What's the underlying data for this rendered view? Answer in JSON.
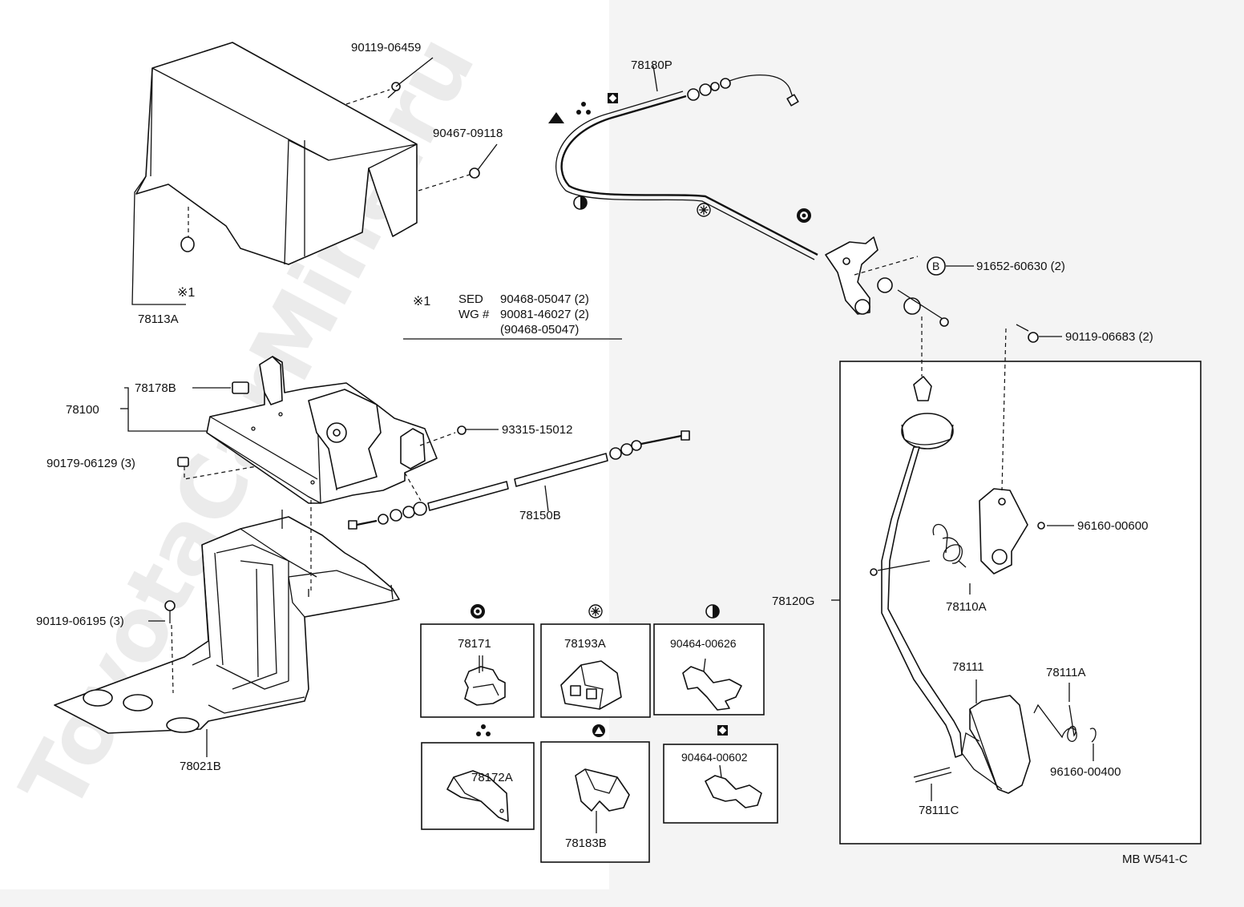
{
  "watermark": "ToyotaCarMine.ru",
  "diagram_code": "MB W541-C",
  "note": {
    "mark": "※1",
    "line1_model": "SED",
    "line1_part": "90468-05047 (2)",
    "line2_model": "WG #",
    "line2_part": "90081-46027 (2)",
    "line3_part": "(90468-05047)"
  },
  "labels": {
    "p90119_06459": "90119-06459",
    "p90467_09118": "90467-09118",
    "p78180P": "78180P",
    "p91652_60630": "91652-60630 (2)",
    "mark_b": "B",
    "p78113A": "78113A",
    "mark_star1": "※1",
    "p78178B": "78178B",
    "p78100": "78100",
    "p90179_06129": "90179-06129 (3)",
    "p93315_15012": "93315-15012",
    "p78150B": "78150B",
    "p90119_06195": "90119-06195 (3)",
    "p78021B": "78021B",
    "p90119_06683": "90119-06683 (2)",
    "p96160_00600": "96160-00600",
    "p78110A": "78110A",
    "p78120G": "78120G",
    "p78111": "78111",
    "p78111A": "78111A",
    "p96160_00400": "96160-00400",
    "p78111C": "78111C"
  },
  "clip_boxes": [
    {
      "id": "a",
      "label": "78171"
    },
    {
      "id": "b",
      "label": "78193A"
    },
    {
      "id": "c",
      "label": "90464-00626"
    },
    {
      "id": "d",
      "label": "78172A"
    },
    {
      "id": "e",
      "label": "78183B"
    },
    {
      "id": "f",
      "label": "90464-00602"
    }
  ]
}
